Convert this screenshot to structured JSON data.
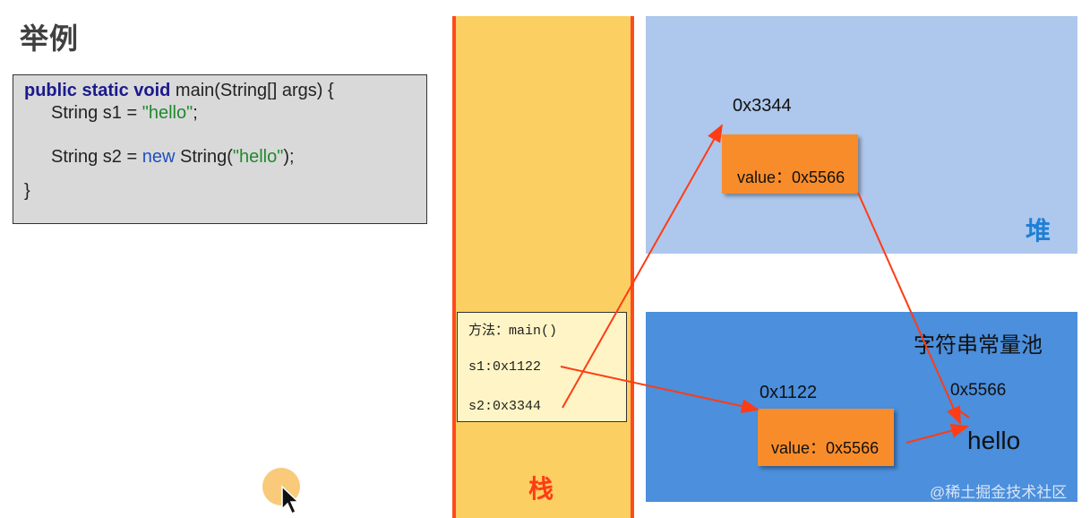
{
  "title": "举例",
  "code": {
    "line1": {
      "kw": "public static void",
      "rest": " main(String[] args) {"
    },
    "line2": {
      "pre": "String s1 = ",
      "str": "\"hello\"",
      "post": ";"
    },
    "line3": {
      "pre": "String s2 = ",
      "kw": "new",
      "mid": " String(",
      "str": "\"hello\"",
      "post": ");"
    },
    "line4": "}"
  },
  "stack": {
    "label": "栈",
    "frame_method": "方法：main()",
    "s1": "s1:0x1122",
    "s2": "s2:0x3344"
  },
  "heap": {
    "label": "堆",
    "obj_addr": "0x3344",
    "obj_value": "value：0x5566"
  },
  "pool": {
    "title": "字符串常量池",
    "obj_addr": "0x1122",
    "obj_value": "value：0x5566",
    "hello_addr": "0x5566",
    "hello": "hello"
  },
  "watermark": "@稀土掘金技术社区",
  "colors": {
    "arrow": "#ff3c14",
    "stack": "#fccf63",
    "heap": "#aec7ec",
    "pool": "#4b8fdd",
    "object": "#f98c2a"
  }
}
